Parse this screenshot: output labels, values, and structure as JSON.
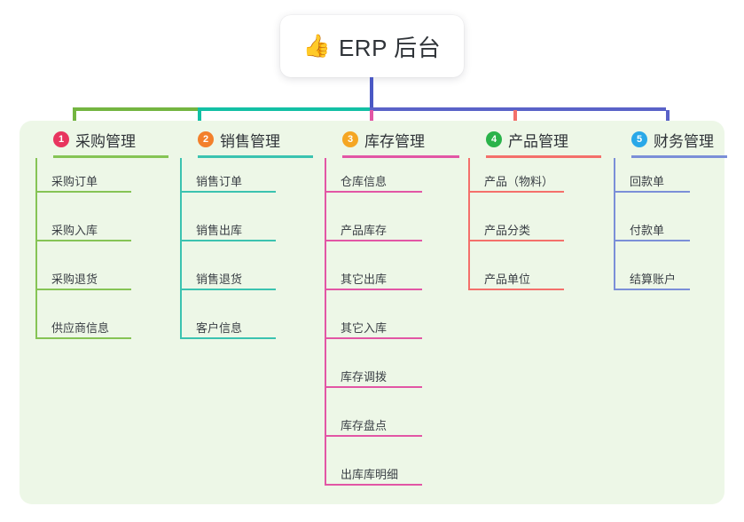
{
  "root": {
    "icon": "thumbs-up-icon",
    "emoji": "👍",
    "title": "ERP 后台"
  },
  "colors": {
    "panel_bg": "#edf7e7",
    "trunk": "#4a58c4",
    "bar_green": "#74b541",
    "bar_teal": "#12c0a5",
    "bar_blue": "#5a62c8",
    "text": "#2f3338"
  },
  "diagram": {
    "type": "mind-map",
    "columns": [
      {
        "index": "1",
        "badge_color": "#e8355f",
        "line_color": "#86c455",
        "title": "采购管理",
        "items": [
          "采购订单",
          "采购入库",
          "采购退货",
          "供应商信息"
        ]
      },
      {
        "index": "2",
        "badge_color": "#f3802b",
        "line_color": "#3bc3b0",
        "title": "销售管理",
        "items": [
          "销售订单",
          "销售出库",
          "销售退货",
          "客户信息"
        ]
      },
      {
        "index": "3",
        "badge_color": "#f5a623",
        "line_color": "#e256a5",
        "title": "库存管理",
        "items": [
          "仓库信息",
          "产品库存",
          "其它出库",
          "其它入库",
          "库存调拨",
          "库存盘点",
          "出库库明细"
        ]
      },
      {
        "index": "4",
        "badge_color": "#2ab34a",
        "line_color": "#f4706b",
        "title": "产品管理",
        "items": [
          "产品（物料）",
          "产品分类",
          "产品单位"
        ]
      },
      {
        "index": "5",
        "badge_color": "#29a8e8",
        "line_color": "#7b8fd8",
        "title": "财务管理",
        "items": [
          "回款单",
          "付款单",
          "结算账户"
        ]
      }
    ]
  }
}
